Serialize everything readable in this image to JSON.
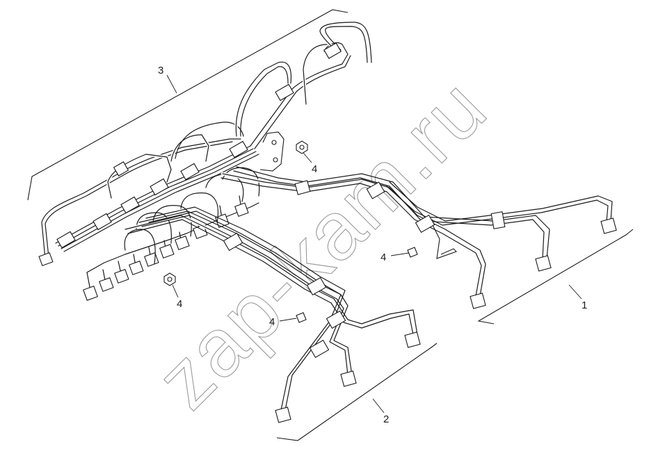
{
  "callouts": {
    "part_1": "1",
    "part_2": "2",
    "part_3": "3",
    "part_4_a": "4",
    "part_4_b": "4",
    "part_4_c": "4",
    "part_4_d": "4"
  },
  "watermark": "zap-kam.ru",
  "colors": {
    "line": "#1a1a1a",
    "watermark": "#9a9a9a",
    "background": "#ffffff"
  }
}
